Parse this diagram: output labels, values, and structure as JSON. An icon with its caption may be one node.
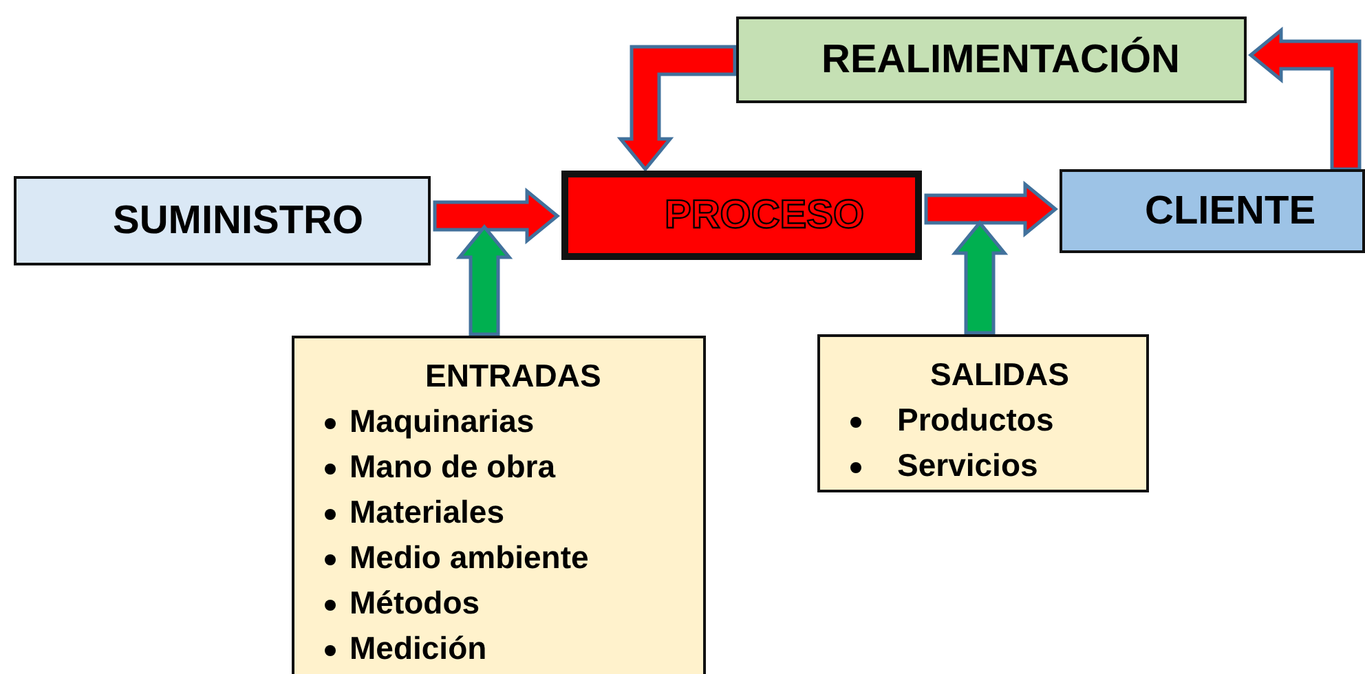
{
  "diagram": {
    "nodes": [
      {
        "text": [
          "SUMINISTRO"
        ]
      },
      {
        "text": [
          "PROCESO"
        ]
      },
      {
        "text": [
          "REALIMENTACIÓN"
        ]
      },
      {
        "text": [
          "CLIENTE"
        ]
      },
      {
        "text": [
          "ENTRADAS",
          "Maquinarias",
          "Mano de obra",
          "Materiales",
          "Medio ambiente",
          "Métodos",
          "Medición"
        ]
      },
      {
        "text": [
          "SALIDAS",
          "Productos",
          "Servicios"
        ]
      }
    ],
    "edges": [
      {
        "from": 0,
        "to": 1,
        "arrow": "to"
      },
      {
        "from": 1,
        "to": 3,
        "arrow": "to"
      },
      {
        "from": 3,
        "to": 2,
        "arrow": "to"
      },
      {
        "from": 2,
        "to": 1,
        "arrow": "to"
      },
      {
        "from": 4,
        "to": null,
        "arrow": "to",
        "color": "#00b050"
      },
      {
        "from": 5,
        "to": null,
        "arrow": "to",
        "color": "#00b050"
      }
    ]
  }
}
